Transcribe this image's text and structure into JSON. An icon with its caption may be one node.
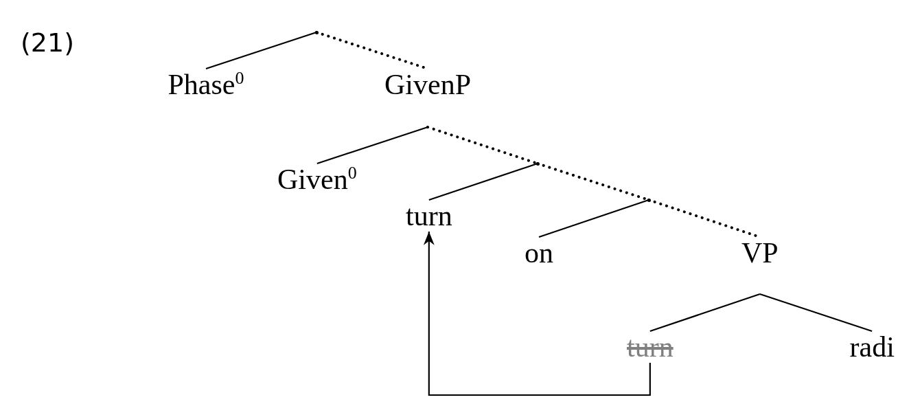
{
  "diagram": {
    "nodes": [
      {
        "text": [],
        "shape": "point"
      },
      {
        "text": [
          "Phase$^{0}$"
        ]
      },
      {
        "text": [
          "GivenP"
        ]
      },
      {
        "text": [
          "Given$^{0}$"
        ]
      },
      {
        "text": [],
        "shape": "point"
      },
      {
        "text": [
          "turn"
        ]
      },
      {
        "text": [],
        "shape": "point"
      },
      {
        "text": [
          "on"
        ]
      },
      {
        "text": [
          "VP"
        ]
      },
      {
        "text": [
          "turn"
        ]
      },
      {
        "text": [
          "radi"
        ]
      }
    ],
    "edges": [
      {
        "from": 0,
        "to": 1,
        "arrow": "none"
      },
      {
        "from": 0,
        "to": 2,
        "arrow": "none",
        "style": "dashed"
      },
      {
        "from": 2,
        "to": 3,
        "arrow": "none"
      },
      {
        "from": 2,
        "to": 4,
        "arrow": "none",
        "style": "dashed"
      },
      {
        "from": 4,
        "to": 5,
        "arrow": "none"
      },
      {
        "from": 4,
        "to": 6,
        "arrow": "none",
        "style": "dashed"
      },
      {
        "from": 6,
        "to": 7,
        "arrow": "none"
      },
      {
        "from": 6,
        "to": 8,
        "arrow": "none",
        "style": "dashed"
      },
      {
        "from": 8,
        "to": 9,
        "arrow": "none"
      },
      {
        "from": 8,
        "to": 10,
        "arrow": "none"
      },
      {
        "from": 9,
        "to": 5,
        "arrow": "to"
      }
    ],
    "labels": [
      "(21)"
    ]
  }
}
